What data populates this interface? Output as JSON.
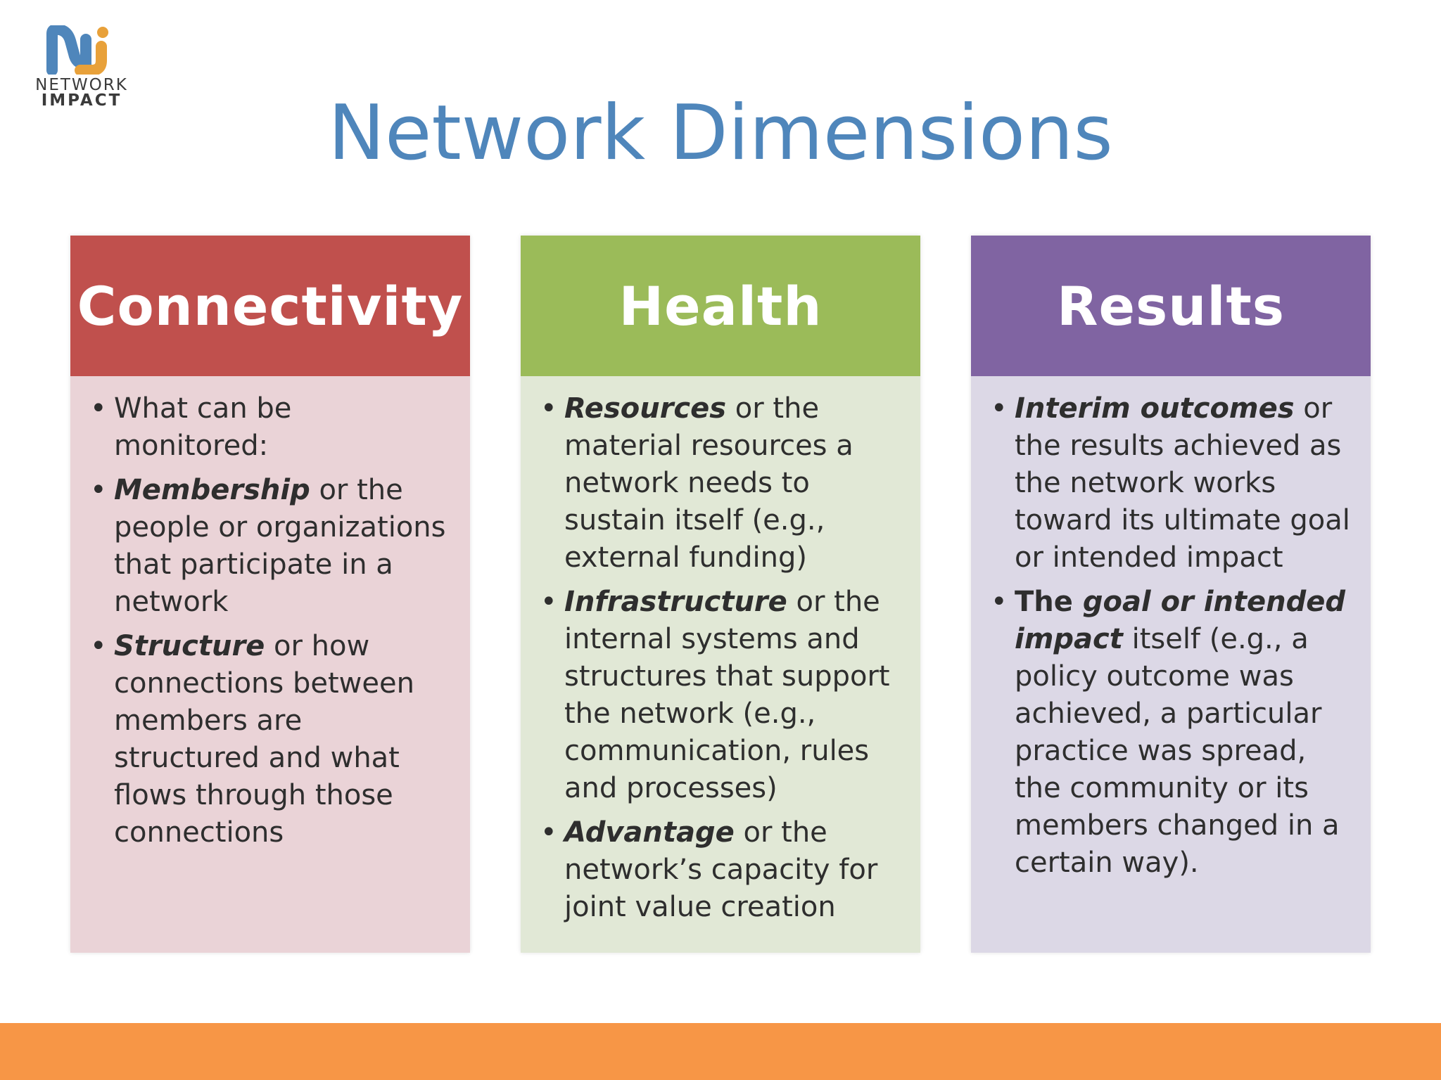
{
  "logo": {
    "line1": "NETWORK",
    "line2": "IMPACT",
    "colors": {
      "blue": "#4f86bb",
      "orange": "#e8a13a"
    }
  },
  "title": "Network Dimensions",
  "colors": {
    "title": "#4f86bb",
    "connectivity_header": "#c0504d",
    "connectivity_body": "#ead3d7",
    "health_header": "#9bbb59",
    "health_body": "#e1e8d6",
    "results_header": "#8064a2",
    "results_body": "#dcd8e6",
    "footer": "#f79646"
  },
  "columns": [
    {
      "heading": "Connectivity",
      "items": [
        {
          "rest": "What can be monitored:"
        },
        {
          "bold": "Membership",
          "rest": " or the people or organizations that participate in a network"
        },
        {
          "bold": "Structure",
          "rest": " or how connections between members are structured and what flows through those connections"
        }
      ]
    },
    {
      "heading": "Health",
      "items": [
        {
          "bold": "Resources",
          "rest": " or the material resources a network needs to sustain itself (e.g., external funding)"
        },
        {
          "bold": "Infrastructure",
          "rest": " or the internal systems and structures that support the network (e.g., communication, rules and processes)"
        },
        {
          "bold": "Advantage",
          "rest": " or the network’s capacity for joint value creation"
        }
      ]
    },
    {
      "heading": "Results",
      "items": [
        {
          "bold": "Interim outcomes",
          "rest": " or the results achieved as the network works toward its ultimate goal or intended impact"
        },
        {
          "lead": "The ",
          "bold": "goal or intended impact",
          "rest": " itself (e.g., a policy outcome was achieved, a particular practice was spread, the community or its members changed in a certain way)."
        }
      ]
    }
  ]
}
